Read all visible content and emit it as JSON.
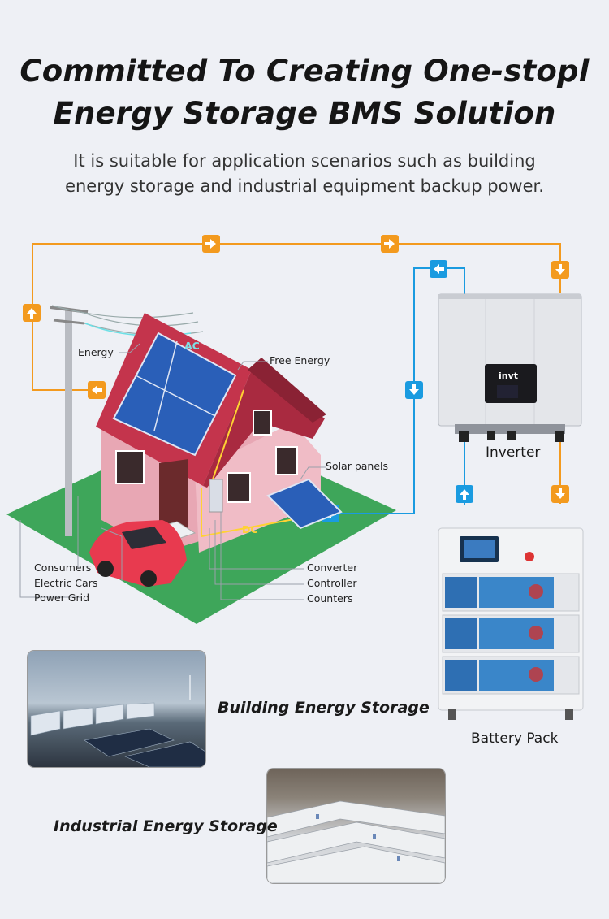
{
  "header": {
    "title_line1": "Committed To Creating One-stopl",
    "title_line2": "Energy Storage BMS Solution",
    "subtitle_line1": "It is suitable for application scenarios such as building",
    "subtitle_line2": "energy storage and industrial equipment backup power."
  },
  "diagram": {
    "labels": {
      "energy": "Energy",
      "free_energy": "Free Energy",
      "solar_panels": "Solar panels",
      "ac": "AC",
      "dc": "DC",
      "consumers": "Consumers",
      "electric_cars": "Electric Cars",
      "power_grid": "Power Grid",
      "converter": "Converter",
      "controller": "Controller",
      "counters": "Counters",
      "inverter": "Inverter",
      "battery_pack": "Battery Pack",
      "inverter_brand": "invt"
    },
    "colors": {
      "flow_orange": "#f39a1e",
      "flow_blue": "#1a9be0",
      "roof": "#c4344c",
      "wall": "#e8a7b4",
      "lawn": "#3ea65a"
    }
  },
  "applications": {
    "building": "Building Energy Storage",
    "industrial": "Industrial Energy Storage"
  }
}
